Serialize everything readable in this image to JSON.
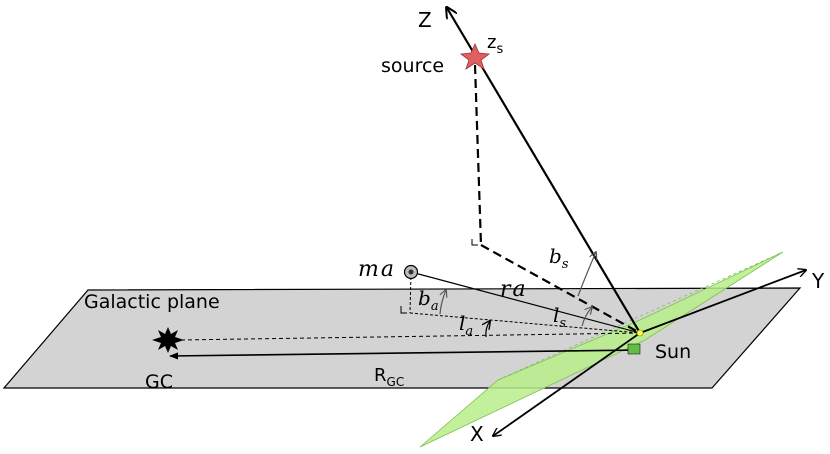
{
  "labels": {
    "z_axis": "Z",
    "y_axis": "Y",
    "x_axis": "X",
    "z_s": "z",
    "z_s_sub": "s",
    "source": "source",
    "galactic_plane": "Galactic plane",
    "gc": "GC",
    "r_gc": "R",
    "r_gc_sub": "GC",
    "sun": "Sun",
    "m_a": "m",
    "m_a_sub": "a",
    "r_a": "r",
    "r_a_sub": "a",
    "b_a": "b",
    "b_a_sub": "a",
    "l_a": "l",
    "l_a_sub": "a",
    "b_s": "b",
    "b_s_sub": "s",
    "l_s": "l",
    "l_s_sub": "s"
  },
  "colors": {
    "galactic_plane_fill": "#d3d3d3",
    "green_plane_fill": "#b8ef8a",
    "source_marker": "#e06060",
    "sun_marker": "#ffff44",
    "stroke": "#000000",
    "arc_gray": "#555555"
  }
}
